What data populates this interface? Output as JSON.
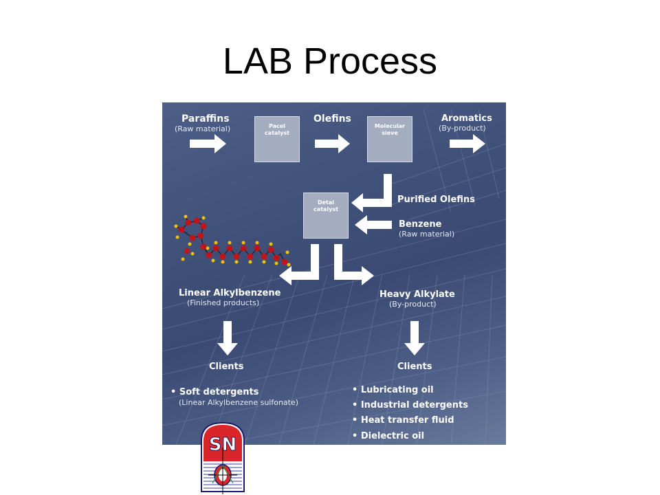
{
  "title": "LAB Process",
  "diagram": {
    "paraffins": {
      "label": "Paraffins",
      "sub": "(Raw material)"
    },
    "pacol_box": "Pacol catalyst",
    "olefins": "Olefins",
    "sieve_box": "Molecular sieve",
    "aromatics": {
      "label": "Aromatics",
      "sub": "(By-product)"
    },
    "purified_olefins": "Purified Olefins",
    "detal_box": "Detal catalyst",
    "benzene": {
      "label": "Benzene",
      "sub": "(Raw material)"
    },
    "lab": {
      "label": "Linear Alkylbenzene",
      "sub": "(Finished products)"
    },
    "heavy": {
      "label": "Heavy Alkylate",
      "sub": "(By-product)"
    },
    "clients_left": "Clients",
    "clients_right": "Clients",
    "left_uses": [
      {
        "text": "• Soft detergents",
        "sub": "(Linear Alkylbenzene sulfonate)"
      }
    ],
    "right_uses": [
      "• Lubricating oil",
      "• Industrial detergents",
      "• Heat transfer fluid",
      "• Dielectric oil"
    ]
  },
  "logo": {
    "letters": "SN"
  },
  "colors": {
    "panel": "#3f5079",
    "box": "#a4acc0",
    "arrow": "#ffffff",
    "atom": "#c0141b",
    "hydrogen": "#f2c200"
  }
}
